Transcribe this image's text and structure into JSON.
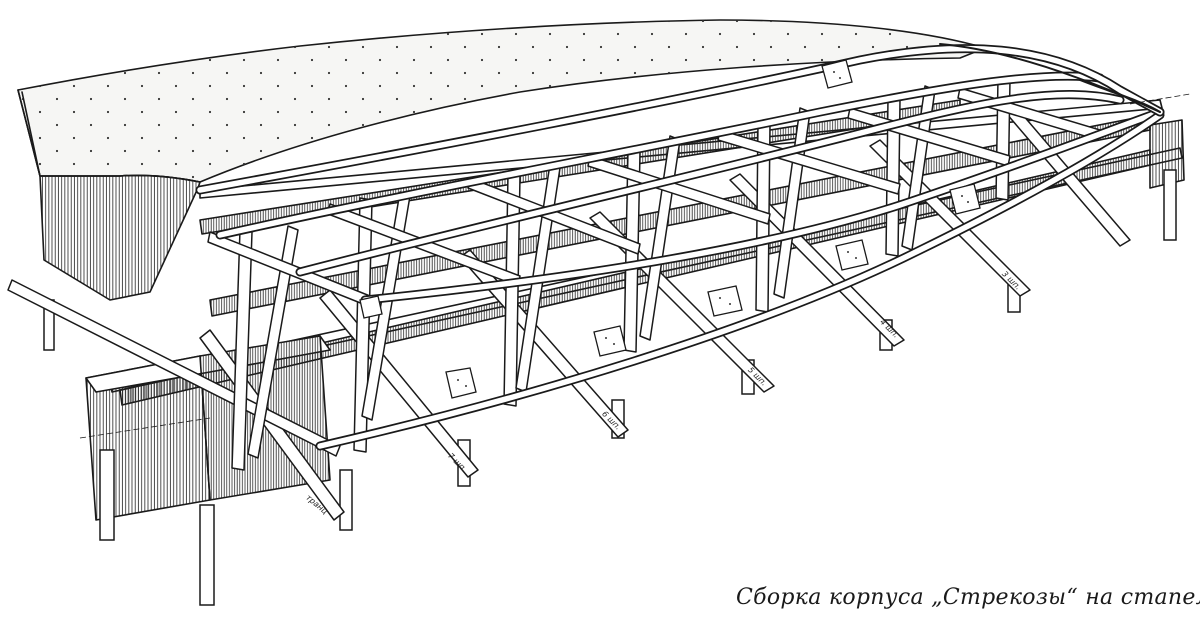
{
  "caption": "Сборка корпуса „Стрекозы“ на стапеле.",
  "station_labels": [
    "транц",
    "7 шп.",
    "6 шп.",
    "5 шп.",
    "4 шп.",
    "3 шп."
  ],
  "colors": {
    "ink": "#1a1a1a",
    "paper": "#ffffff",
    "sheathing": "#f6f6f4"
  }
}
